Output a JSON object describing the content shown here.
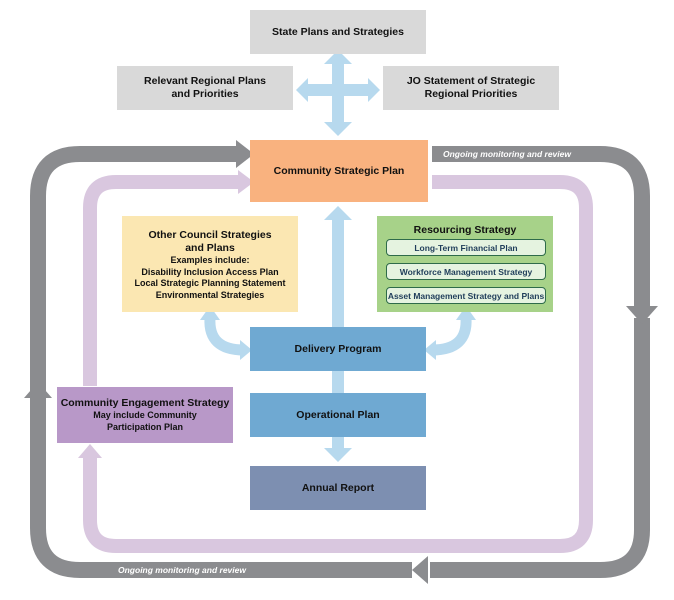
{
  "colors": {
    "grey_loop": "#8b8c8f",
    "purple_loop": "#d9c7df",
    "blue_arrow": "#b7d9ee",
    "csp": "#f9b27f",
    "blue_box": "#6fa9d2",
    "annual": "#7d8fb1",
    "engagement": "#b898c8",
    "other": "#fbe7b2",
    "resourcing": "#a7d289",
    "state_grey": "#d9d9d9"
  },
  "boxes": {
    "state": "State Plans and Strategies",
    "regional": [
      "Relevant Regional Plans",
      "and Priorities"
    ],
    "jo": [
      "JO Statement of Strategic",
      "Regional Priorities"
    ],
    "csp": "Community Strategic Plan",
    "other": {
      "title": [
        "Other Council Strategies",
        "and Plans"
      ],
      "lines": [
        "Examples include:",
        "Disability Inclusion Access Plan",
        "Local Strategic Planning Statement",
        "Environmental Strategies"
      ]
    },
    "resourcing": {
      "title": "Resourcing Strategy",
      "items": [
        "Long-Term Financial Plan",
        "Workforce Management Strategy",
        "Asset Management Strategy and Plans"
      ]
    },
    "delivery": "Delivery Program",
    "operational": "Operational Plan",
    "annual": "Annual Report",
    "engagement": {
      "title": "Community Engagement Strategy",
      "lines": [
        "May include Community",
        "Participation Plan"
      ]
    }
  },
  "labels": {
    "monitoring_top": "Ongoing monitoring and review",
    "monitoring_bottom": "Ongoing monitoring and review"
  }
}
